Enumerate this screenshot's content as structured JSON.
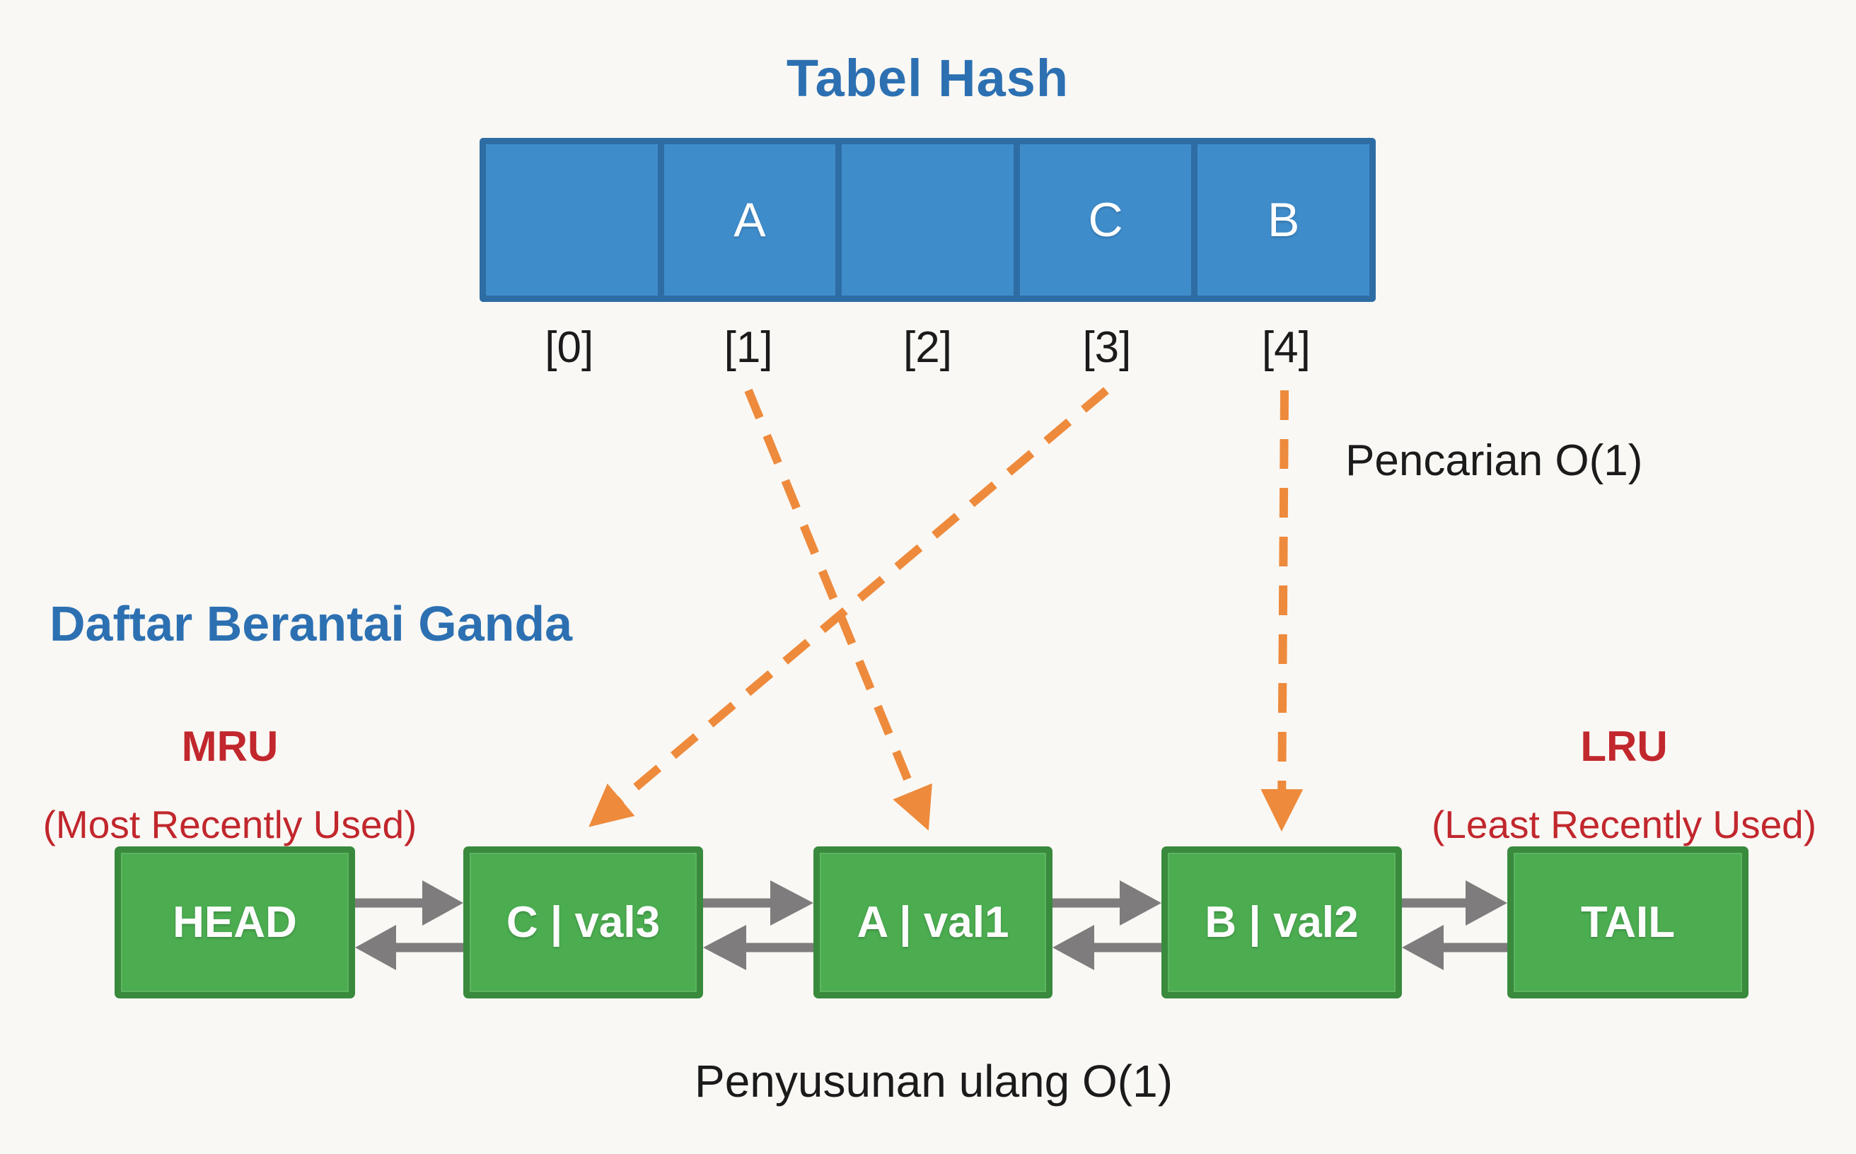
{
  "colors": {
    "background": "#faf8f4",
    "blue_fill": "#3f8ccb",
    "blue_border": "#2e6da4",
    "heading_blue": "#2c70b2",
    "cell_text": "#ffffff",
    "green_fill": "#4bac50",
    "green_border": "#398a3d",
    "red": "#c1272d",
    "orange": "#ee8a3c",
    "arrow_gray": "#7e7c7c",
    "text_dark": "#1b1b1b"
  },
  "hash_table": {
    "title": "Tabel Hash",
    "cells": [
      {
        "value": "",
        "index": "[0]"
      },
      {
        "value": "A",
        "index": "[1]"
      },
      {
        "value": "",
        "index": "[2]"
      },
      {
        "value": "C",
        "index": "[3]"
      },
      {
        "value": "B",
        "index": "[4]"
      }
    ],
    "search_label": "Pencarian O(1)"
  },
  "linked_list": {
    "title": "Daftar Berantai Ganda",
    "mru": {
      "abbr": "MRU",
      "full": "(Most Recently Used)"
    },
    "lru": {
      "abbr": "LRU",
      "full": "(Least Recently Used)"
    },
    "nodes": [
      {
        "label": "HEAD"
      },
      {
        "label": "C | val3"
      },
      {
        "label": "A | val1"
      },
      {
        "label": "B | val2"
      },
      {
        "label": "TAIL"
      }
    ],
    "reorder_label": "Penyusunan ulang O(1)"
  }
}
